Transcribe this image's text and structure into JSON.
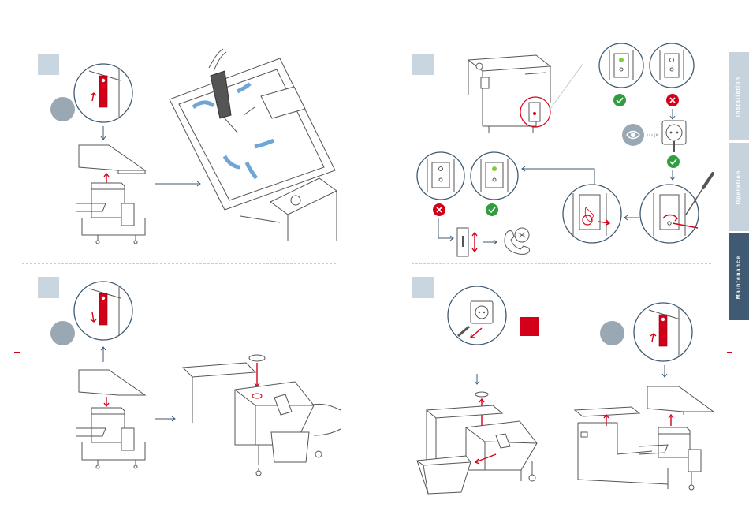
{
  "side_tabs": [
    {
      "label": "Installation",
      "state": "inactive"
    },
    {
      "label": "Operation",
      "state": "inactive"
    },
    {
      "label": "Maintenance",
      "state": "active"
    }
  ],
  "colors": {
    "accent_red": "#d4001a",
    "navy": "#3f5a72",
    "light_blue": "#c7d3dc",
    "ok_green": "#2e9e3e",
    "step_grey": "#9aa8b4"
  },
  "icons": {
    "ok": "check-circle-icon",
    "not_ok": "x-circle-icon",
    "power_plug": "power-plug-icon",
    "service_call": "phone-service-icon",
    "screwdriver": "screwdriver-icon",
    "eye": "visual-check-icon",
    "warning": "red-warning-square-icon"
  }
}
